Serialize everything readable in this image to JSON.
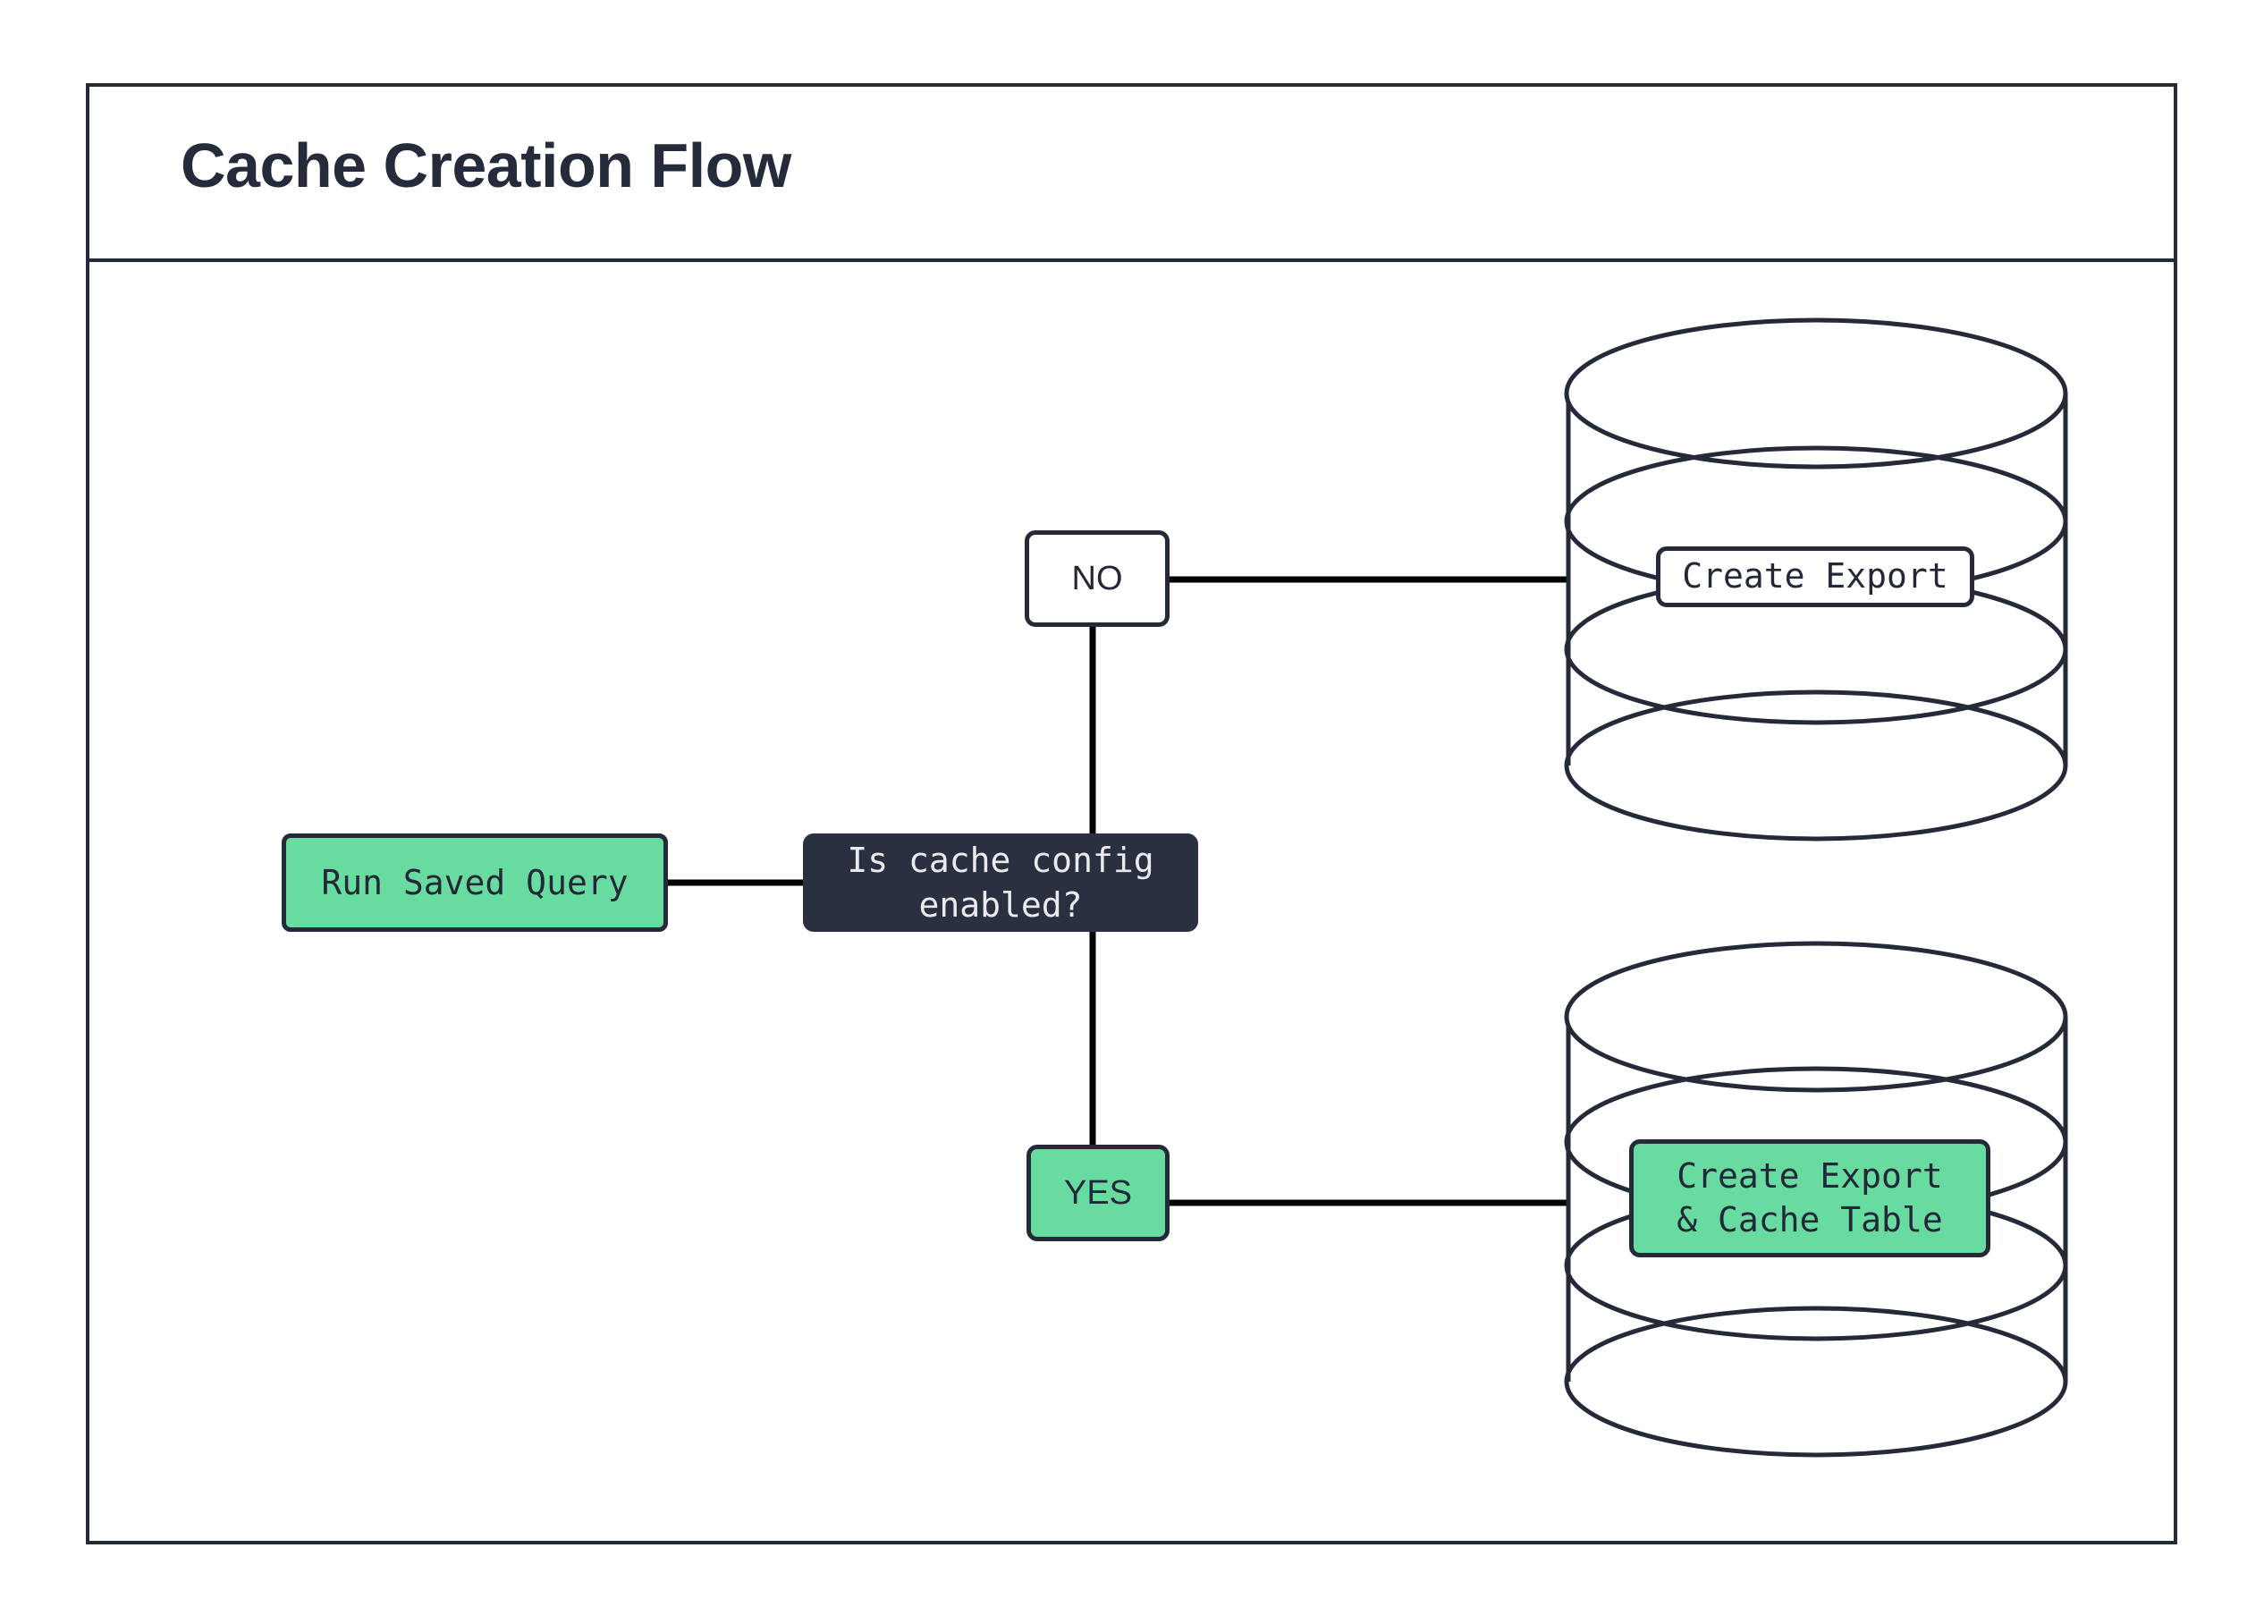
{
  "diagram": {
    "title": "Cache Creation Flow",
    "colors": {
      "ink": "#252a38",
      "decision_fill": "#2b3040",
      "decision_text": "#e9ebef",
      "accent_green": "#68dba0",
      "surface": "#ffffff"
    },
    "nodes": [
      {
        "id": "run-saved-query",
        "kind": "process",
        "label": "Run Saved Query",
        "fill": "#68dba0"
      },
      {
        "id": "is-cache-config-enabled",
        "kind": "decision",
        "label": "Is cache config enabled?",
        "fill": "#2b3040"
      },
      {
        "id": "db-export",
        "kind": "database",
        "label": "Create Export",
        "fill": "#ffffff"
      },
      {
        "id": "db-export-cache",
        "kind": "database",
        "label": "Create Export\n& Cache Table",
        "fill": "#68dba0"
      }
    ],
    "edges": [
      {
        "id": "query-to-decision",
        "from": "run-saved-query",
        "to": "is-cache-config-enabled",
        "label": ""
      },
      {
        "id": "decision-no",
        "from": "is-cache-config-enabled",
        "to": "db-export",
        "label": "NO"
      },
      {
        "id": "decision-yes",
        "from": "is-cache-config-enabled",
        "to": "db-export-cache",
        "label": "YES"
      }
    ]
  }
}
